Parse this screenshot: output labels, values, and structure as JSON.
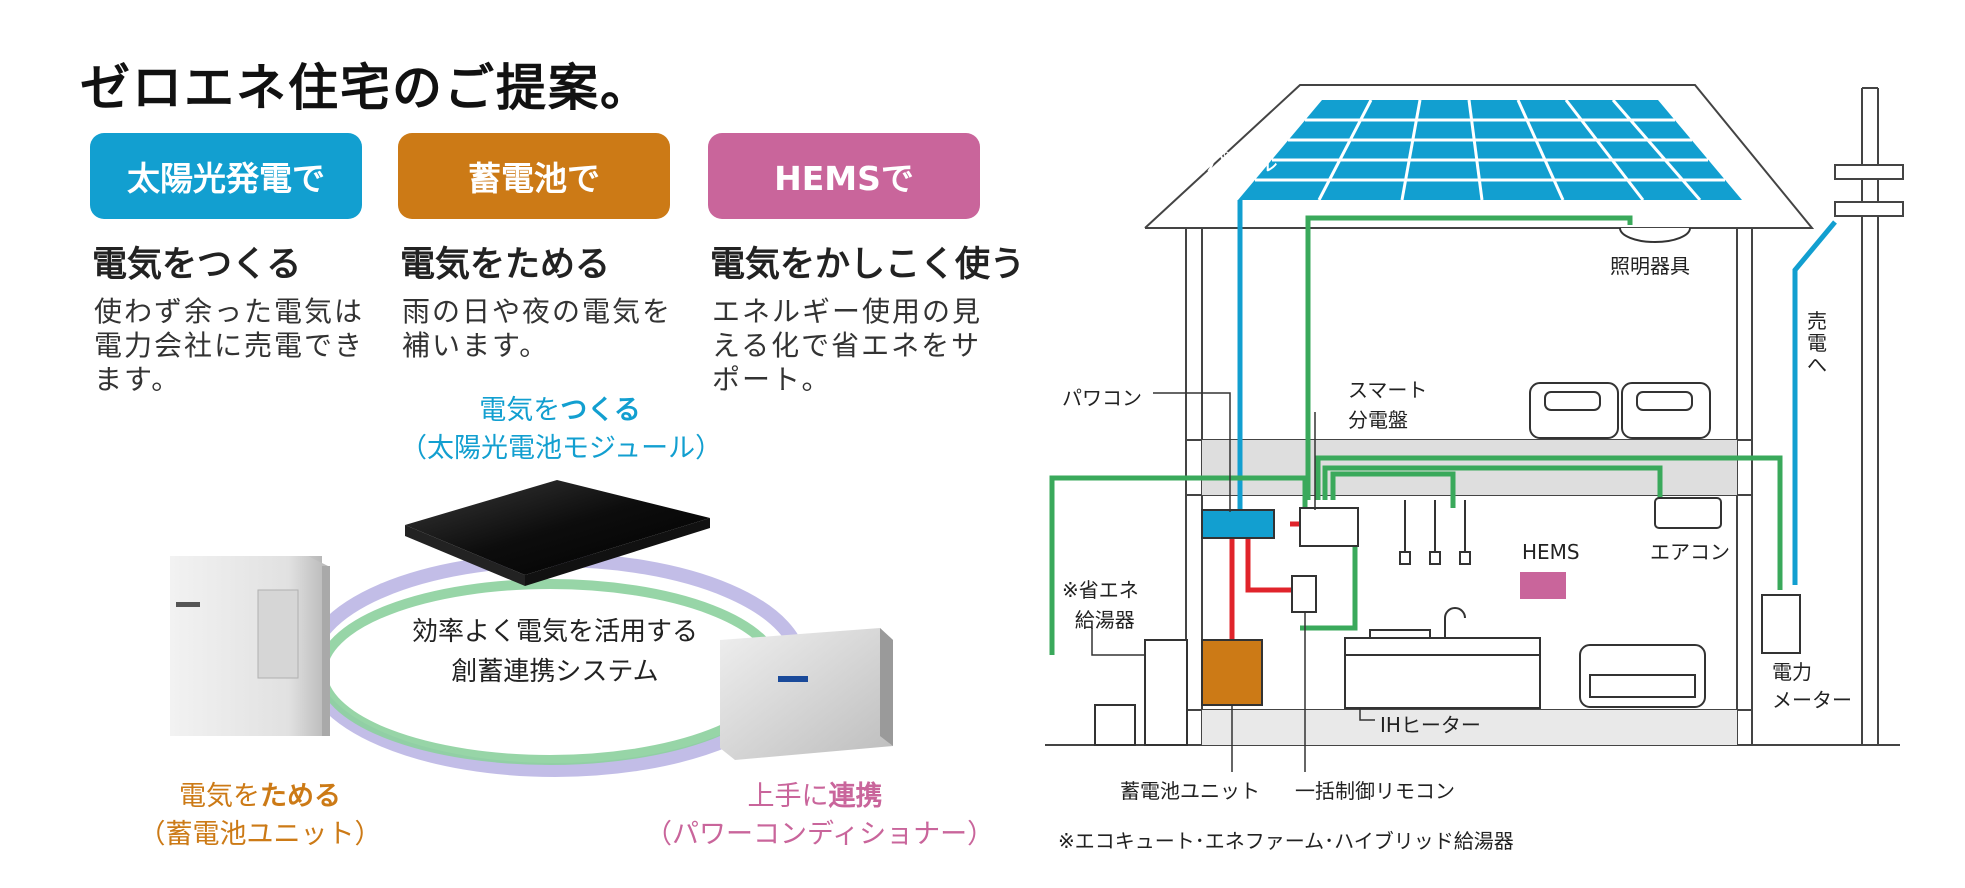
{
  "title": "ゼロエネ住宅のご提案。",
  "features": [
    {
      "pill": "太陽光発電で",
      "heading": "電気をつくる",
      "description": "使わず余った電気は電力会社に売電できます。",
      "color": "#129fd0"
    },
    {
      "pill": "蓄電池で",
      "heading": "電気をためる",
      "description": "雨の日や夜の電気を補います。",
      "color": "#cc7a16"
    },
    {
      "pill": "HEMSで",
      "heading": "電気をかしこく使う",
      "description": "エネルギー使用の見える化で省エネをサポート。",
      "color": "#c9659b"
    }
  ],
  "system": {
    "module_label_pre": "電気を",
    "module_label_strong": "つくる",
    "module_caption": "（太陽光電池モジュール）",
    "center_line1": "効率よく電気を活用する",
    "center_line2": "創蓄連携システム",
    "battery_label_pre": "電気を",
    "battery_label_strong": "ためる",
    "battery_caption": "（蓄電池ユニット）",
    "pcs_label_pre": "上手に",
    "pcs_label_strong": "連携",
    "pcs_caption": "（パワーコンディショナー）"
  },
  "house": {
    "solar_panel": "太陽電池パネル",
    "lighting": "照明器具",
    "sell": "売電へ",
    "power_conditioner": "パワコン",
    "smart_panel_line1": "スマート",
    "smart_panel_line2": "分電盤",
    "hems": "HEMS",
    "air_conditioner": "エアコン",
    "water_heater_line1": "※省エネ",
    "water_heater_line2": "給湯器",
    "meter_line1": "電力",
    "meter_line2": "メーター",
    "ih_heater": "IHヒーター",
    "battery_unit": "蓄電池ユニット",
    "remote": "一括制御リモコン",
    "footnote": "※エコキュート･エネファーム･ハイブリッド給湯器"
  },
  "colors": {
    "solar_blue": "#129fd0",
    "battery_orange": "#cc7a16",
    "hems_pink": "#c9659b",
    "line_green": "#3aa95b",
    "line_red": "#e0242b"
  }
}
